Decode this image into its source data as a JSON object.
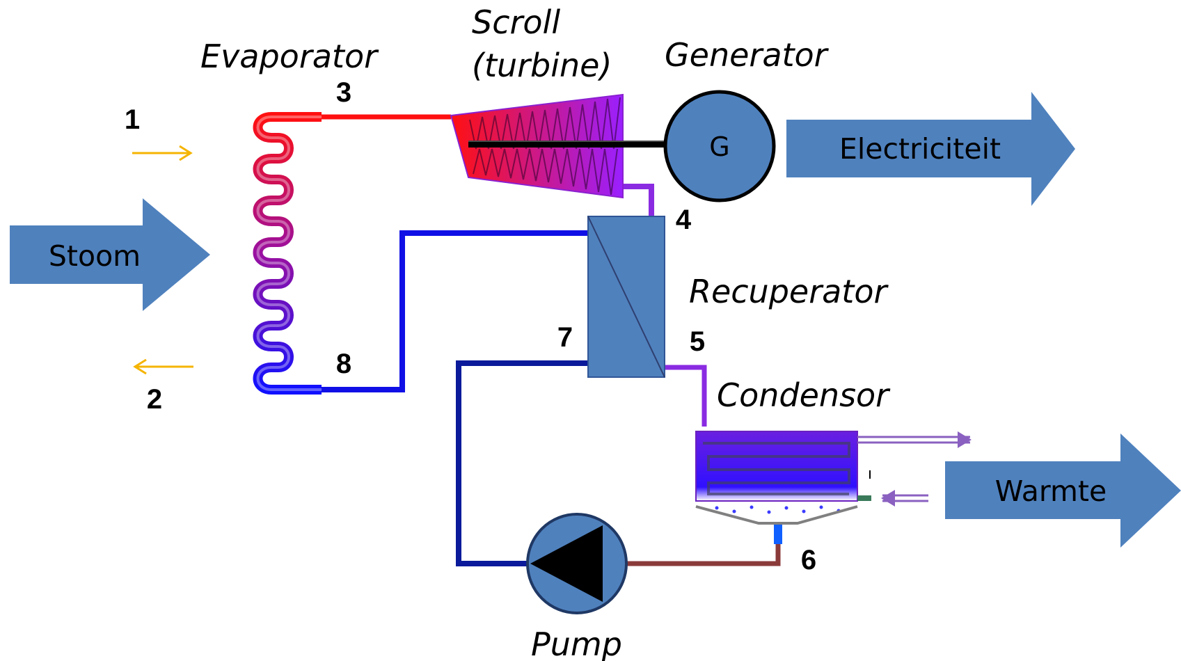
{
  "labels": {
    "evaporator": "Evaporator",
    "scroll_line1": "Scroll",
    "scroll_line2": "(turbine)",
    "generator": "Generator",
    "recuperator": "Recuperator",
    "condensor": "Condensor",
    "pump": "Pump"
  },
  "arrows": {
    "input": "Stoom",
    "electricity": "Electriciteit",
    "heat": "Warmte"
  },
  "generator_symbol": "G",
  "state_points": [
    "1",
    "2",
    "3",
    "4",
    "5",
    "6",
    "7",
    "8"
  ],
  "colors": {
    "arrow_fill": "#4f81bd",
    "hot_line": "#ff1010",
    "cold_line": "#1010e6",
    "dark_blue_line": "#0a1a9a",
    "purple_line": "#8a2be2",
    "brown_line": "#8b3a3a",
    "orange_arrow": "#f5b400"
  },
  "icons": {
    "generator": "generator-circle-icon",
    "pump": "pump-icon",
    "turbine": "scroll-turbine-icon",
    "evaporator": "evaporator-coil-icon",
    "condensor": "condensor-icon",
    "recuperator": "recuperator-icon"
  }
}
